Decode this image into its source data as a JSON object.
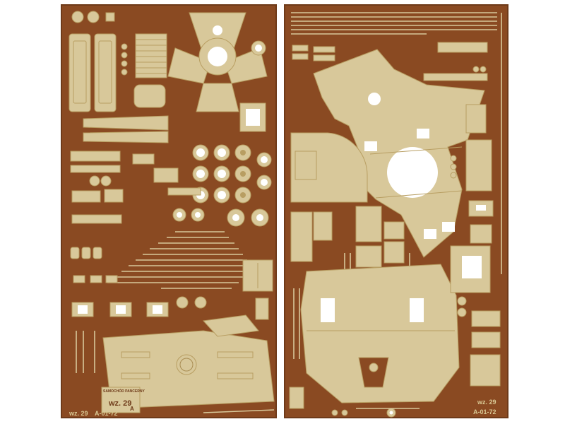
{
  "left_fret": {
    "marking_title": "SAMOCHÓD PANCERNY",
    "marking_model": "wz. 29",
    "marking_letter": "A",
    "footer_model": "wz. 29",
    "footer_code": "A-01-72"
  },
  "right_fret": {
    "footer_model": "wz. 29",
    "footer_code": "A-01-72"
  },
  "colors": {
    "fret_copper": "#8a4a22",
    "brass_parts": "#d8c89a",
    "background": "#ffffff"
  }
}
